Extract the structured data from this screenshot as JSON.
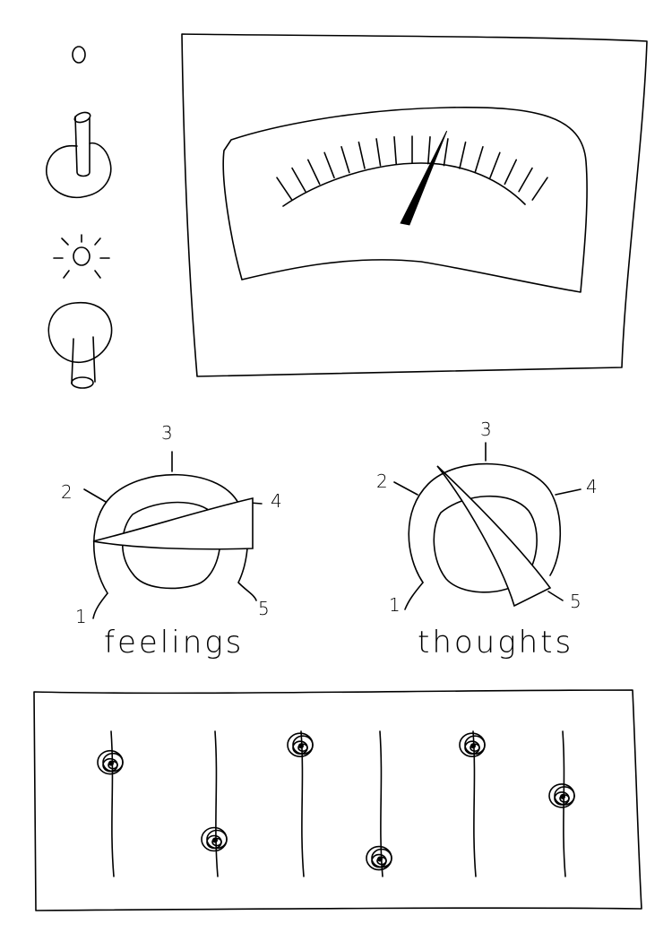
{
  "switches": {
    "top_indicator": "off-circle-icon",
    "upper_toggle_state": "up",
    "middle_indicator": "sun-icon",
    "lower_toggle_state": "down"
  },
  "meter": {
    "tick_count": 17,
    "needle_level": 0.66
  },
  "knobs": [
    {
      "label": "feelings",
      "scale": [
        "1",
        "2",
        "3",
        "4",
        "5"
      ],
      "selected": 4
    },
    {
      "label": "thoughts",
      "scale": [
        "1",
        "2",
        "3",
        "4",
        "5"
      ],
      "selected": 5
    }
  ],
  "sliders": {
    "count": 6,
    "levels": [
      0.78,
      0.25,
      0.9,
      0.12,
      0.9,
      0.55
    ]
  }
}
